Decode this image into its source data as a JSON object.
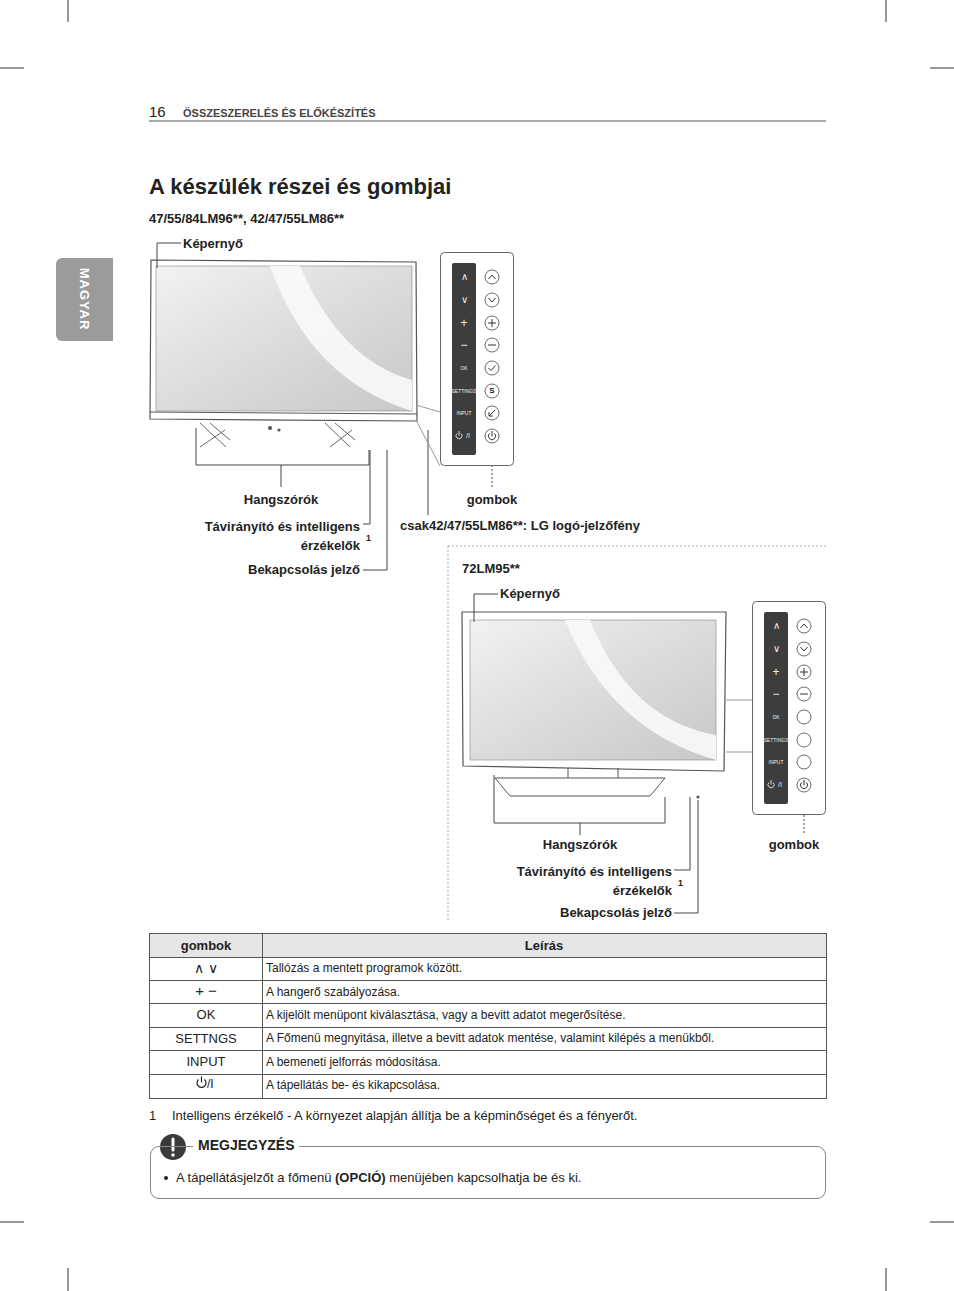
{
  "diagram": {
    "title": "A készülék részei és gombjai",
    "nodes": [
      {
        "text": [
          "MAGYAR"
        ]
      },
      {
        "text": [
          "∧",
          "∨",
          "+",
          "−",
          "OK",
          "SETTINGS",
          "INPUT",
          "/I",
          "S"
        ]
      },
      {
        "text": [
          "∧",
          "∨",
          "+",
          "−",
          "OK",
          "SETTINGS",
          "INPUT",
          "/I"
        ]
      },
      {
        "text": [
          "MEGJEGYZÉS",
          "A tápellátásjelzőt a főmenü",
          "(OPCIÓ)",
          "menüjében kapcsolhatja be és ki."
        ]
      }
    ],
    "labels": [
      "16",
      "ÖSSZESZERELÉS ÉS ELŐKÉSZÍTÉS",
      "47/55/84LM96**, 42/47/55LM86**",
      "Képernyő",
      "Hangszórók",
      "gombok",
      "Távirányító és intelligens érzékelők",
      "1",
      "Bekapcsolás jelző",
      "csak42/47/55LM86**: LG logó-jelzőfény",
      "72LM95**",
      "Képernyő",
      "Hangszórók",
      "gombok",
      "Távirányító és intelligens érzékelők",
      "1",
      "Bekapcsolás jelző",
      "gombok",
      "Leírás",
      "∧ ∨",
      "Tallózás a mentett programok között.",
      "+ −",
      "A hangerő szabályozása.",
      "OK",
      "A kijelölt menüpont kiválasztása, vagy a bevitt adatot megerősítése.",
      "SETTNGS",
      "A Főmenü megnyitása, illetve a bevitt adatok mentése, valamint kilépés a menükből.",
      "INPUT",
      "A bemeneti jelforrás módosítása.",
      "/I",
      "A tápellátás be- és kikapcsolása.",
      "1",
      "Intelligens érzékelő - A környezet alapján állítja be a képminőséget és a fényerőt."
    ]
  }
}
